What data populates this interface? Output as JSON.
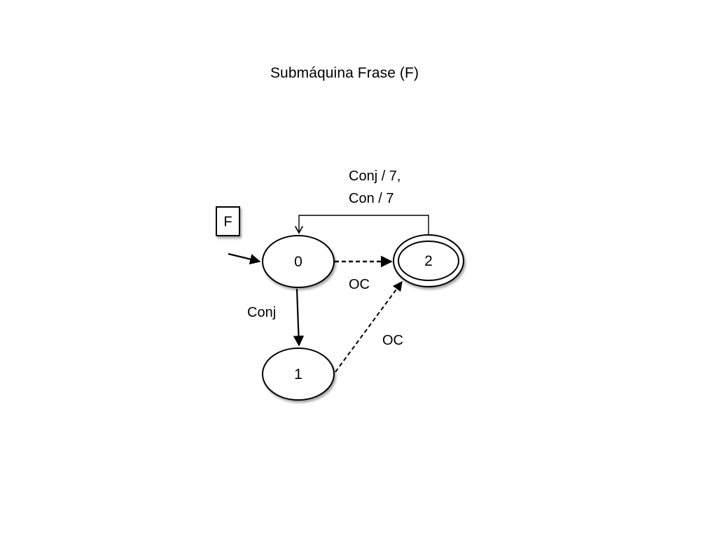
{
  "slide": {
    "title": "Submáquina Frase (F)"
  },
  "diagram": {
    "entry_marker": "F",
    "states": {
      "s0": "0",
      "s1": "1",
      "s2": "2"
    },
    "transitions": {
      "loop_label_line1": "Conj / 7,",
      "loop_label_line2": "Con / 7",
      "s0_to_s2": "OC",
      "s0_to_s1": "Conj",
      "s1_to_s2": "OC"
    }
  }
}
